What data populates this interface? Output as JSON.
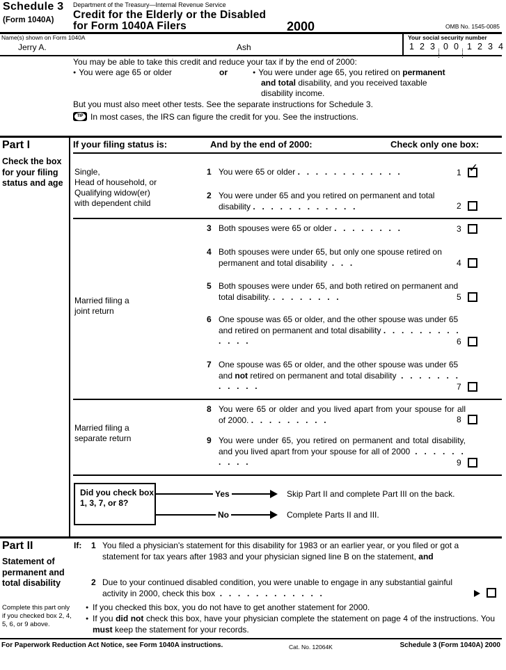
{
  "header": {
    "schedule_title": "Schedule 3",
    "schedule_sub": "(Form 1040A)",
    "department": "Department of the Treasury—Internal Revenue Service",
    "main_title_line1": "Credit for the Elderly or the Disabled",
    "main_title_line2": "for Form 1040A Filers",
    "year": "2000",
    "omb": "OMB No. 1545-0085"
  },
  "name_row": {
    "label": "Name(s) shown on Form 1040A",
    "first_name": "Jerry A.",
    "last_name": "Ash",
    "ssn_label": "Your social security number",
    "ssn_digits": [
      "1",
      "2",
      "3",
      "0",
      "0",
      "1",
      "2",
      "3",
      "4"
    ]
  },
  "intro": {
    "line1": "You may be able to take this credit and reduce your tax if by the end of 2000:",
    "bullet_left": "You were age 65 or older",
    "or_word": "or",
    "bullet_right_a": "You were under age 65, you retired on ",
    "bullet_right_bold1": "permanent",
    "bullet_right_bold2": "and total",
    "bullet_right_b": " disability, and you received taxable",
    "bullet_right_c": "disability income.",
    "line2": "But you must also meet other tests. See the separate instructions for Schedule 3.",
    "tip_badge": "TIP",
    "tip_text": "In most cases, the IRS can figure the credit for you. See the instructions."
  },
  "part1": {
    "label": "Part I",
    "description": "Check the box for your filing status and age",
    "col_head_status": "If your filing status is:",
    "col_head_end": "And by the end of 2000:",
    "col_head_check": "Check only one box:",
    "status_single": "Single,\nHead of household, or\nQualifying widow(er)\nwith dependent child",
    "status_joint": "Married filing a\njoint return",
    "status_separate": "Married filing a\nseparate return",
    "items": [
      {
        "num": "1",
        "text": "You were 65 or older",
        "box_num": "1",
        "checked": true
      },
      {
        "num": "2",
        "text": "You were under 65 and you retired on permanent and total disability",
        "box_num": "2",
        "checked": false
      },
      {
        "num": "3",
        "text": "Both spouses were 65 or older",
        "box_num": "3",
        "checked": false
      },
      {
        "num": "4",
        "text": "Both spouses were under 65, but only one spouse retired on permanent and total disability",
        "box_num": "4",
        "checked": false
      },
      {
        "num": "5",
        "text": "Both spouses were under 65, and both retired on permanent and total disability.",
        "box_num": "5",
        "checked": false
      },
      {
        "num": "6",
        "text": "One spouse was 65 or older, and the other spouse was under 65 and retired on permanent and total disability",
        "box_num": "6",
        "checked": false
      },
      {
        "num": "7",
        "text_before": "One spouse was 65 or older, and the other spouse was under 65 and ",
        "text_bold": "not",
        "text_after": " retired on permanent and total disability",
        "box_num": "7",
        "checked": false
      },
      {
        "num": "8",
        "text": "You were 65 or older and you lived apart from your spouse for all of 2000.",
        "box_num": "8",
        "checked": false
      },
      {
        "num": "9",
        "text": "You were under 65, you retired on permanent and total disability, and you lived apart from your spouse for all of 2000",
        "box_num": "9",
        "checked": false
      }
    ]
  },
  "flowchart": {
    "question": "Did you check box 1, 3, 7, or 8?",
    "yes_label": "Yes",
    "no_label": "No",
    "yes_result": "Skip Part II and complete Part III on the back.",
    "no_result": "Complete Parts II and III."
  },
  "part2": {
    "label": "Part II",
    "description": "Statement of permanent and total disability",
    "note": "Complete this part only if you checked box 2, 4, 5, 6, or 9 above.",
    "if_label": "If:",
    "item1_num": "1",
    "item1_text_a": "You filed a physician's statement for this disability for 1983 or an earlier year, or you filed or got a statement for tax years after 1983 and your physician signed line B on the statement, ",
    "item1_bold": "and",
    "item2_num": "2",
    "item2_text": "Due to your continued disabled condition, you were unable to engage in any substantial gainful activity in 2000, check this box",
    "item2_checked": false,
    "bullet1": "If you checked this box, you do not have to get another statement for 2000.",
    "bullet2_a": "If you ",
    "bullet2_bold1": "did not",
    "bullet2_b": " check this box, have your physician complete the statement on page 4 of the instructions. You ",
    "bullet2_bold2": "must",
    "bullet2_c": " keep the statement for your records."
  },
  "footer": {
    "left": "For Paperwork Reduction Act Notice, see Form 1040A instructions.",
    "middle": "Cat. No. 12064K",
    "right": "Schedule 3 (Form 1040A) 2000"
  },
  "leaders": {
    "d12": ". . . . . . . . . . . .",
    "d10": ". . . . . . . . . .",
    "d8": ". . . . . . . .",
    "d7": ". . . . . . .",
    "d3": ". . .",
    "d14": ". . . . . . . . . . . . . .",
    "d13": ". . . . . . . . . . . . .",
    "d9": ". . . . . . . . ."
  }
}
